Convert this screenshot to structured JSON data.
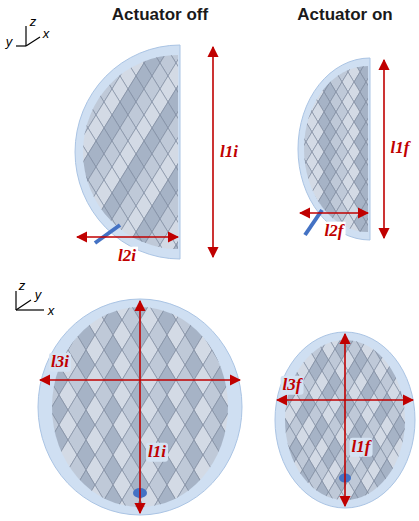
{
  "diagram": {
    "labels": [
      "Actuator off",
      "Actuator on",
      "y",
      "z",
      "x",
      "l1i",
      "l2i",
      "l1f",
      "l2f",
      "z",
      "y",
      "x",
      "l3i",
      "l1i",
      "l3f",
      "l1f"
    ]
  }
}
